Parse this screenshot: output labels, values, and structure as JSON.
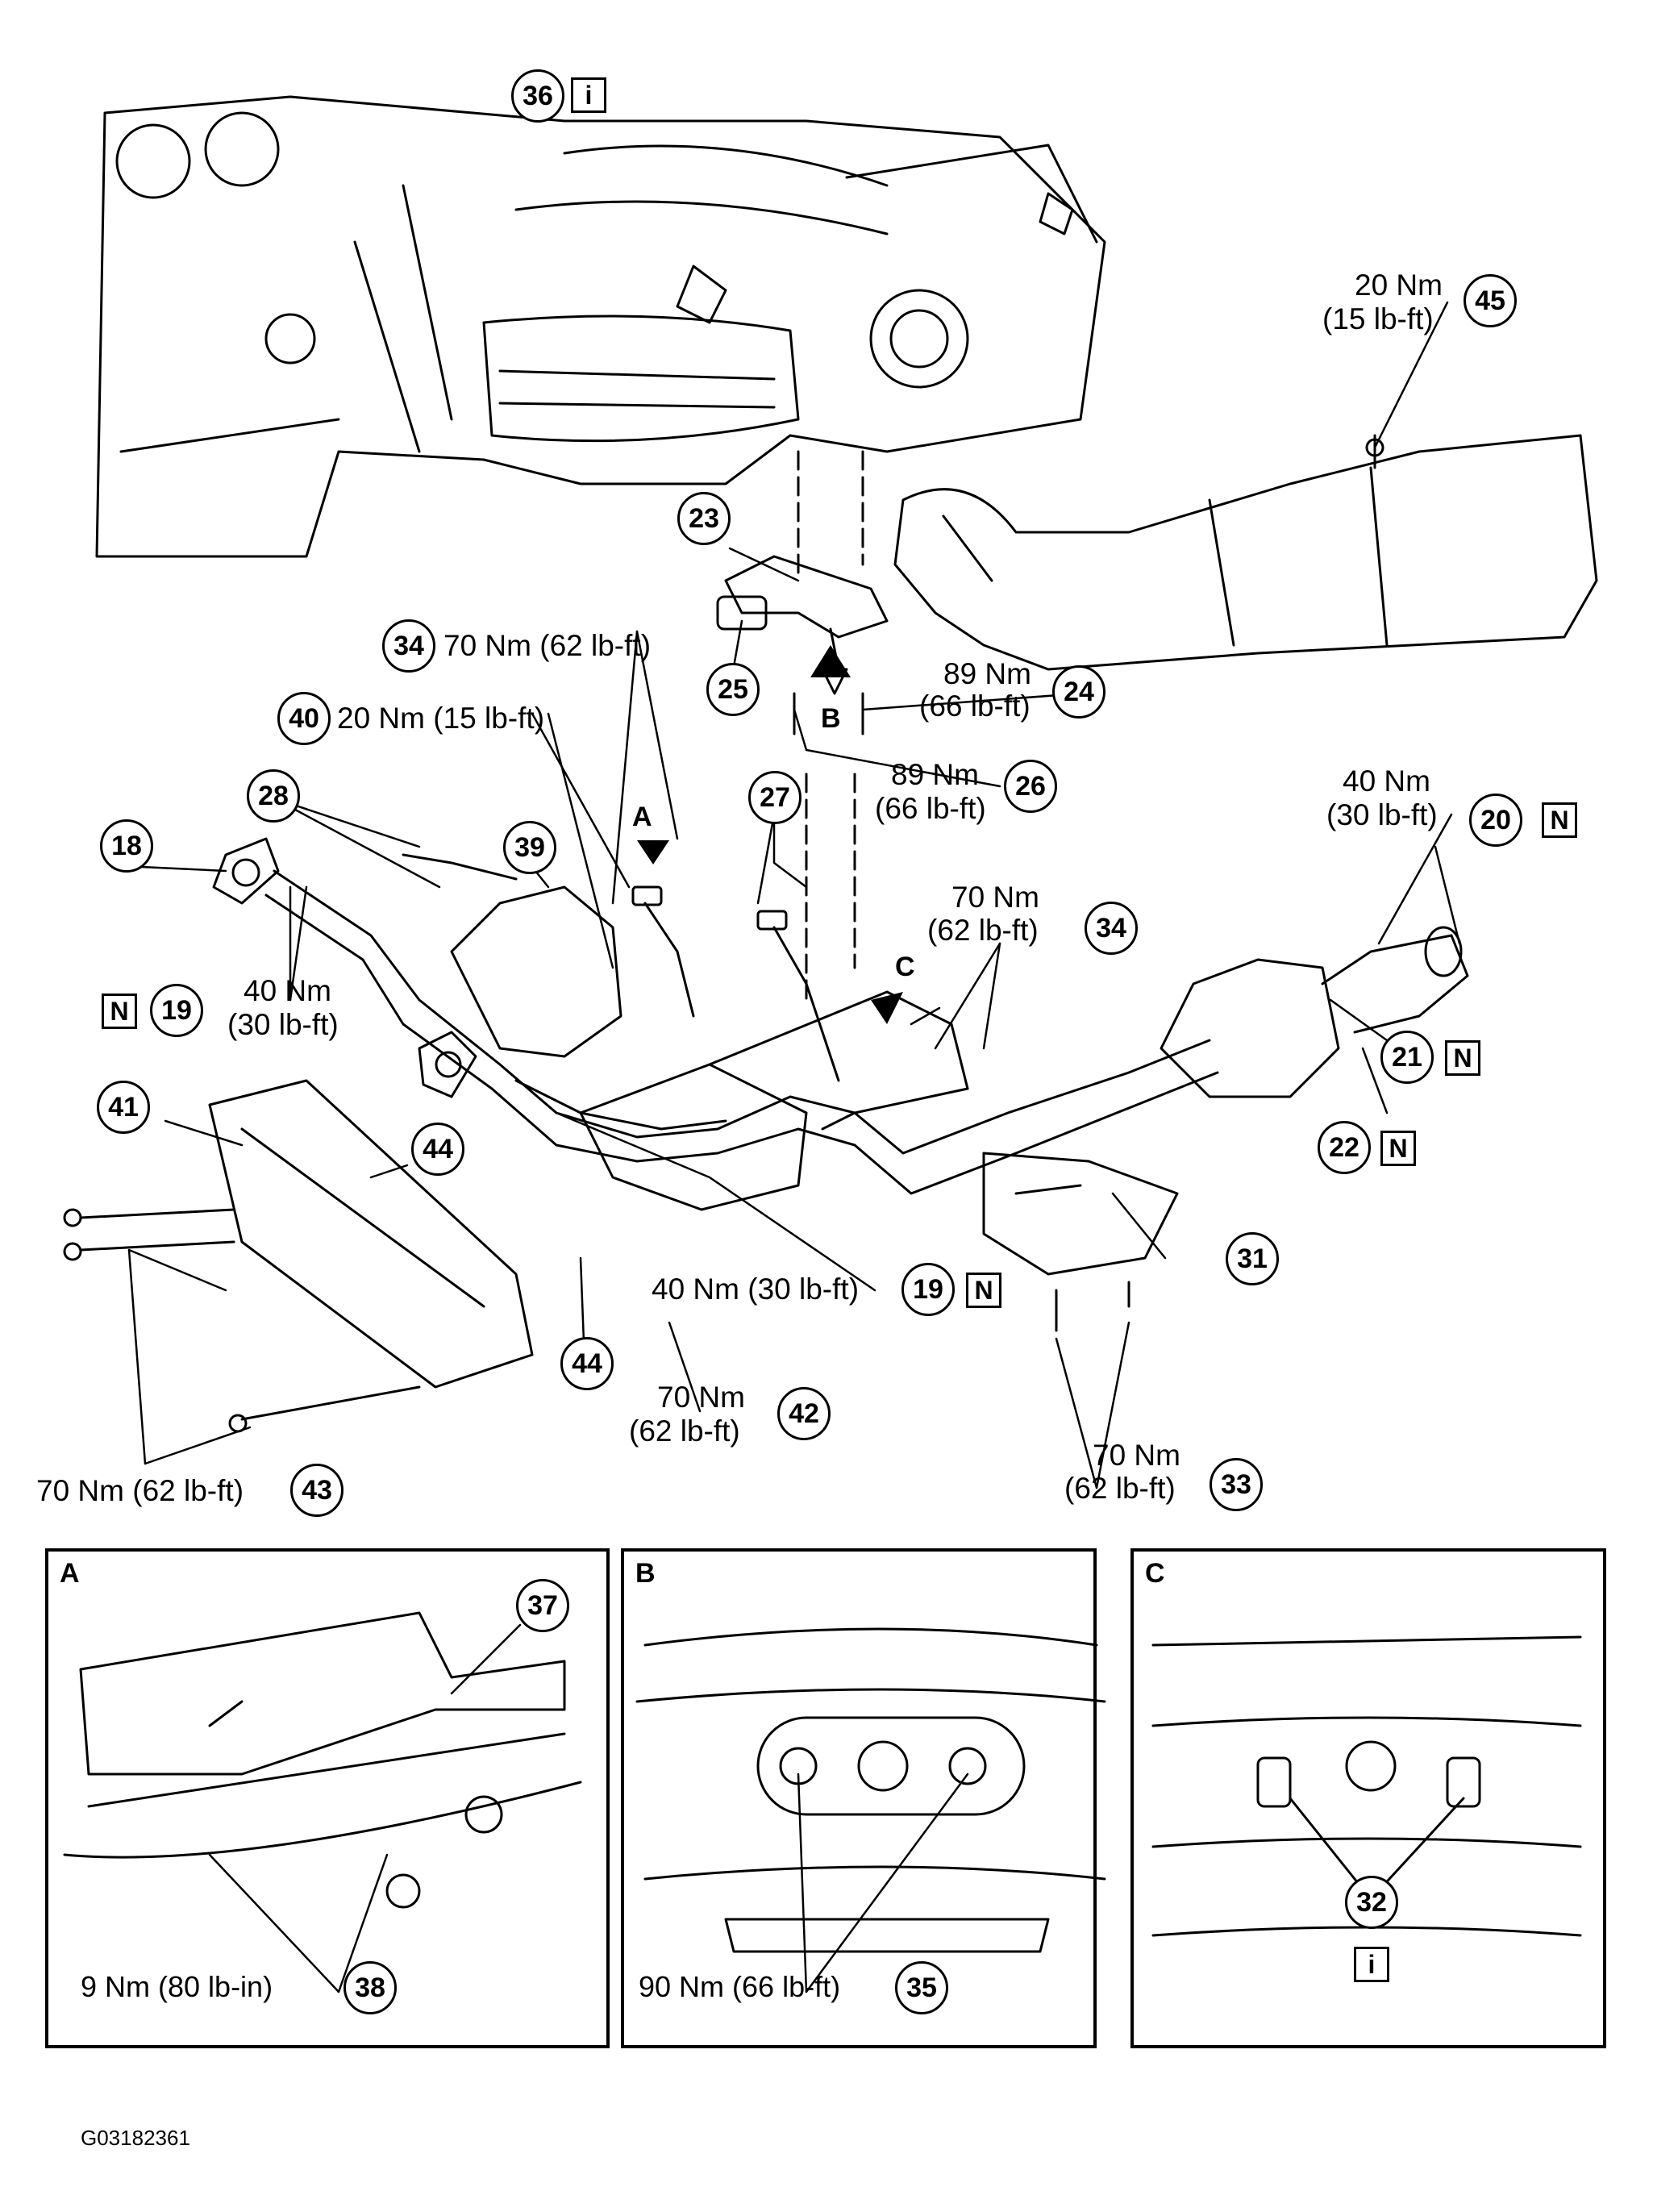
{
  "diagram_id": "G03182361",
  "symbols": {
    "info": "i",
    "new_part": "N"
  },
  "callout_letters": {
    "a": "A",
    "b": "B",
    "c": "C"
  },
  "callouts": {
    "c18": "18",
    "c19a": "19",
    "c19b": "19",
    "c20": "20",
    "c21": "21",
    "c22": "22",
    "c23": "23",
    "c24": "24",
    "c25": "25",
    "c26": "26",
    "c27": "27",
    "c28": "28",
    "c31": "31",
    "c33": "33",
    "c34a": "34",
    "c34b": "34",
    "c36": "36",
    "c39": "39",
    "c40": "40",
    "c41": "41",
    "c42": "42",
    "c43": "43",
    "c44a": "44",
    "c44b": "44",
    "c45": "45"
  },
  "torque": {
    "t45_nm": "20 Nm",
    "t45_lb": "(15 lb-ft)",
    "t34a": "70 Nm (62 lb-ft)",
    "t40": "20 Nm (15 lb-ft)",
    "t24_nm": "89 Nm",
    "t24_lb": "(66 lb-ft)",
    "t26_nm": "89 Nm",
    "t26_lb": "(66 lb-ft)",
    "t20_nm": "40 Nm",
    "t20_lb": "(30 lb-ft)",
    "t19a_nm": "40 Nm",
    "t19a_lb": "(30 lb-ft)",
    "t34b_nm": "70 Nm",
    "t34b_lb": "(62 lb-ft)",
    "t19b": "40 Nm (30 lb-ft)",
    "t42_nm": "70 Nm",
    "t42_lb": "(62 lb-ft)",
    "t43": "70 Nm (62 lb-ft)",
    "t33_nm": "70 Nm",
    "t33_lb": "(62 lb-ft)"
  },
  "details": [
    {
      "letter": "A",
      "callout_top": "37",
      "torque": "9 Nm (80 lb-in)",
      "callout_bottom": "38"
    },
    {
      "letter": "B",
      "torque": "90 Nm (66 lb-ft)",
      "callout_bottom": "35"
    },
    {
      "letter": "C",
      "callout_bottom": "32"
    }
  ]
}
